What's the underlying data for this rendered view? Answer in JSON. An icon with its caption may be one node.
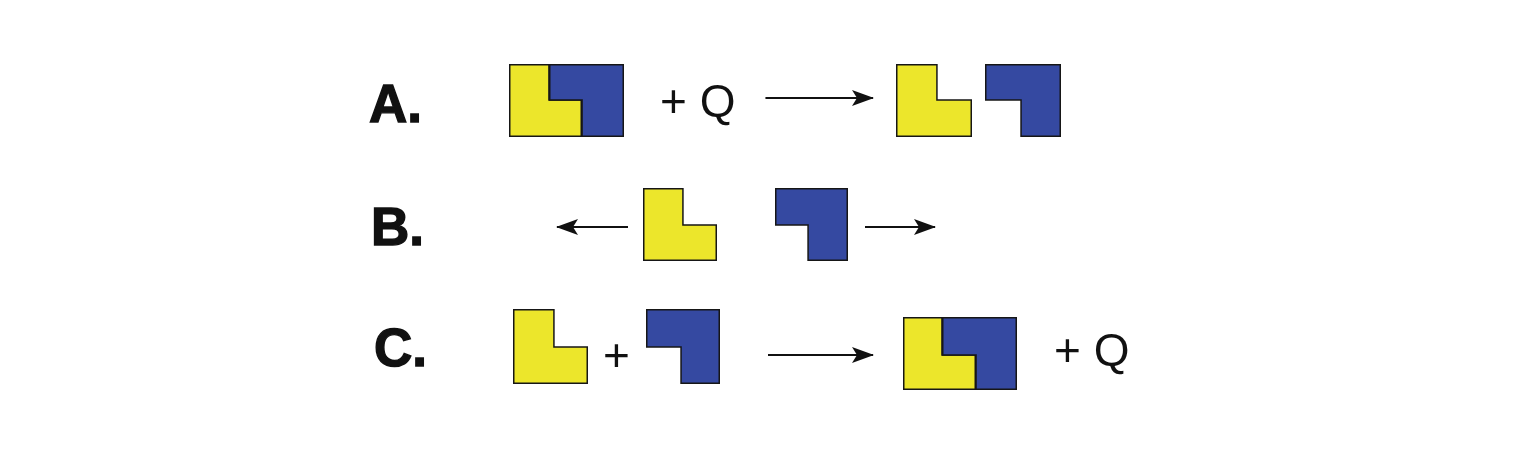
{
  "diagram": {
    "nodes": [
      {
        "text": [],
        "shape": "box"
      },
      {
        "text": [],
        "shape": "polygon",
        "in": 0
      },
      {
        "text": [],
        "shape": "polygon",
        "in": 0
      },
      {
        "text": [
          "+ Q"
        ]
      },
      {
        "text": [],
        "shape": "polygon"
      },
      {
        "text": [],
        "shape": "polygon"
      },
      {
        "text": [],
        "shape": "polygon"
      },
      {
        "text": [],
        "shape": "polygon"
      },
      {
        "text": [],
        "shape": "polygon"
      },
      {
        "text": [],
        "shape": "polygon"
      },
      {
        "text": [],
        "shape": "box"
      },
      {
        "text": [],
        "shape": "polygon",
        "in": 10
      },
      {
        "text": [],
        "shape": "polygon",
        "in": 10
      }
    ],
    "edges": [
      {
        "from": 3,
        "to": 4,
        "arrow": "to"
      },
      {
        "from": 6,
        "to": null,
        "arrow": "to"
      },
      {
        "from": 7,
        "to": null,
        "arrow": "to"
      },
      {
        "from": 9,
        "to": 10,
        "arrow": "to"
      }
    ],
    "labels": [
      "A.",
      "B.",
      "C.",
      "+",
      "+ Q"
    ]
  }
}
